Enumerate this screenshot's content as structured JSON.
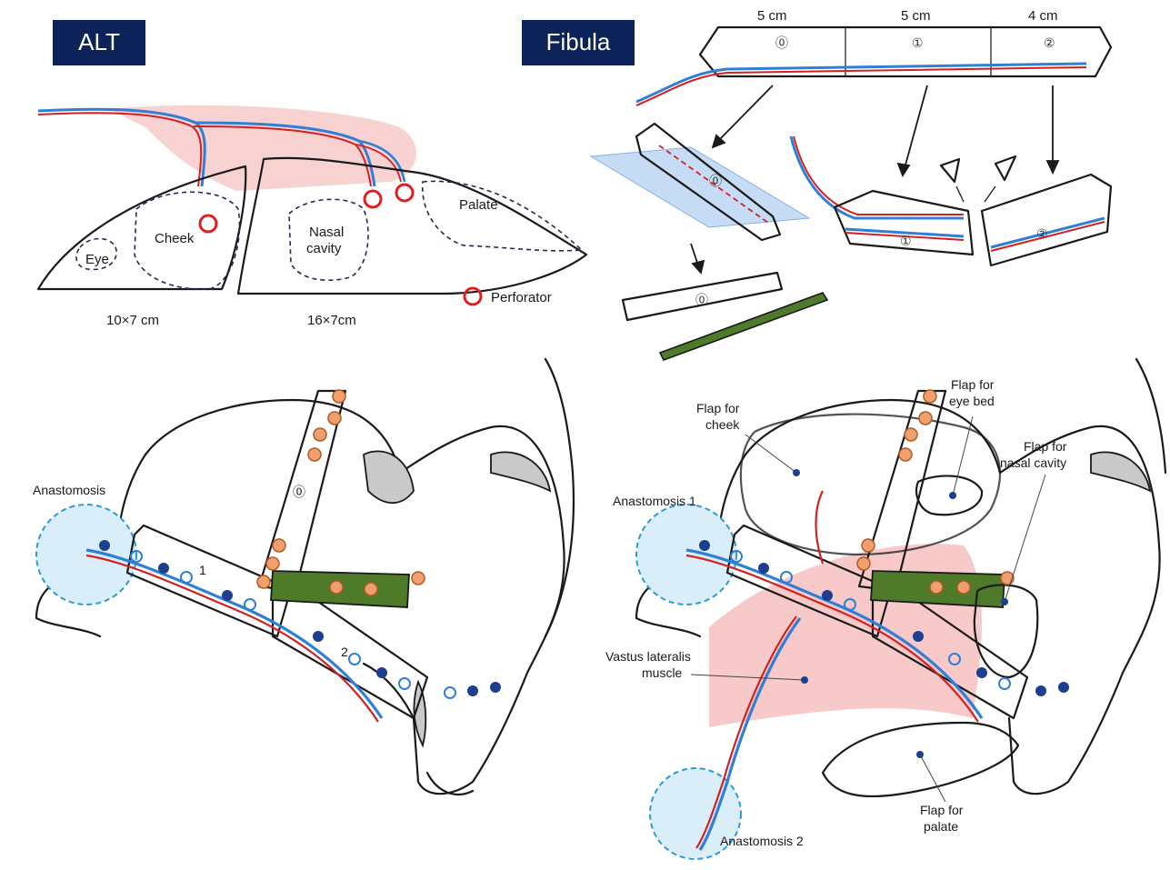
{
  "panels": {
    "alt": {
      "tag": "ALT",
      "regions": [
        "Eye",
        "Cheek",
        "Nasal cavity",
        "Palate"
      ],
      "dims_left": "10×7 cm",
      "dims_right": "16×7cm",
      "legend": "Perforator"
    },
    "fibula": {
      "tag": "Fibula",
      "lengths": [
        "5 cm",
        "5 cm",
        "4 cm"
      ],
      "segments": [
        "⓪",
        "①",
        "②"
      ]
    },
    "left_recon": {
      "anastomosis": "Anastomosis",
      "seg_labels": [
        "⓪",
        "1",
        "2"
      ]
    },
    "right_recon": {
      "anastomosis1": "Anastomosis 1",
      "anastomosis2": "Anastomosis 2",
      "flap_cheek": [
        "Flap for",
        "cheek"
      ],
      "flap_eye": [
        "Flap for",
        "eye bed"
      ],
      "flap_nasal": [
        "Flap for",
        "nasal cavity"
      ],
      "muscle": [
        "Vastus lateralis",
        "muscle"
      ],
      "flap_palate": [
        "Flap for",
        "palate"
      ]
    }
  },
  "colors": {
    "tag_bg": "#0b2358",
    "flap_yellow": "#f7d16a",
    "flap_light": "#fbe9c3",
    "vessel_red": "#d32020",
    "vessel_blue": "#2f7fd6",
    "muscle_pink": "#f6c3c3",
    "bone_green": "#4f7a2a",
    "bone_light": "#e7efd9",
    "anastomosis_circle": "#d9eef9",
    "perforator": "#e02020"
  }
}
